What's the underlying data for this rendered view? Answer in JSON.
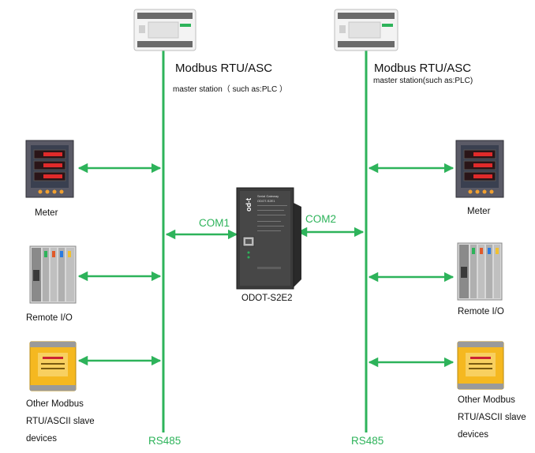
{
  "colors": {
    "bus": "#2db35a",
    "arrow": "#2db35a"
  },
  "left": {
    "master_title": "Modbus RTU/ASC",
    "master_sub": "master station（ such as:PLC ）",
    "meter": "Meter",
    "remote_io": "Remote I/O",
    "other_lines": [
      "Other Modbus",
      "RTU/ASCII slave",
      "devices"
    ],
    "bus_label": "RS485"
  },
  "right": {
    "master_title": "Modbus RTU/ASC",
    "master_sub": "master station(such as:PLC)",
    "meter": "Meter",
    "remote_io": "Remote I/O",
    "other_lines": [
      "Other Modbus",
      "RTU/ASCII slave",
      "devices"
    ],
    "bus_label": "RS485"
  },
  "gateway": {
    "com1": "COM1",
    "com2": "COM2",
    "name": "ODOT-S2E2",
    "brand": "od-t",
    "panel_lines": [
      "Serial Gateway",
      "ODOT-S2E1"
    ]
  },
  "icons": [
    "plc-icon",
    "meter-icon",
    "remote-io-icon",
    "slave-device-icon",
    "gateway-icon"
  ]
}
